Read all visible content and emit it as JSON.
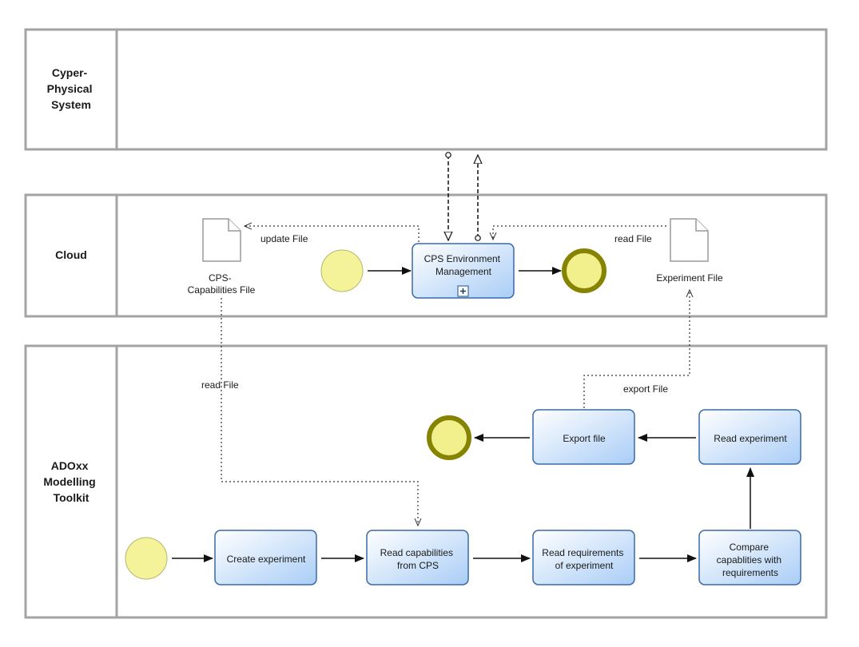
{
  "lanes": {
    "cps": {
      "title": [
        "Cyper-",
        "Physical",
        "System"
      ]
    },
    "cloud": {
      "title": [
        "Cloud"
      ]
    },
    "adoxx": {
      "title": [
        "ADOxx",
        "Modelling",
        "Toolkit"
      ]
    }
  },
  "tasks": {
    "cps_env": [
      "CPS Environment",
      "Management"
    ],
    "export_file": [
      "Export file"
    ],
    "read_experiment": [
      "Read experiment"
    ],
    "create_experiment": [
      "Create experiment"
    ],
    "read_capabilities": [
      "Read capabilities",
      "from CPS"
    ],
    "read_requirements": [
      "Read requirements",
      "of experiment"
    ],
    "compare": [
      "Compare",
      "capablities with",
      "requirements"
    ]
  },
  "documents": {
    "cps_capabilities": [
      "CPS-",
      "Capabilities File"
    ],
    "experiment_file": [
      "Experiment File"
    ]
  },
  "flow_labels": {
    "update_file": "update File",
    "read_file_cloud": "read File",
    "read_file_adoxx": "read File",
    "export_file": "export File"
  },
  "colors": {
    "task_fill_top": "#ffffff",
    "task_fill_bottom": "#a9cdf6",
    "task_border": "#3a6aa6",
    "start_event": "#f4f39a",
    "end_event_ring": "#858300",
    "lane_border": "#a3a3a3"
  }
}
